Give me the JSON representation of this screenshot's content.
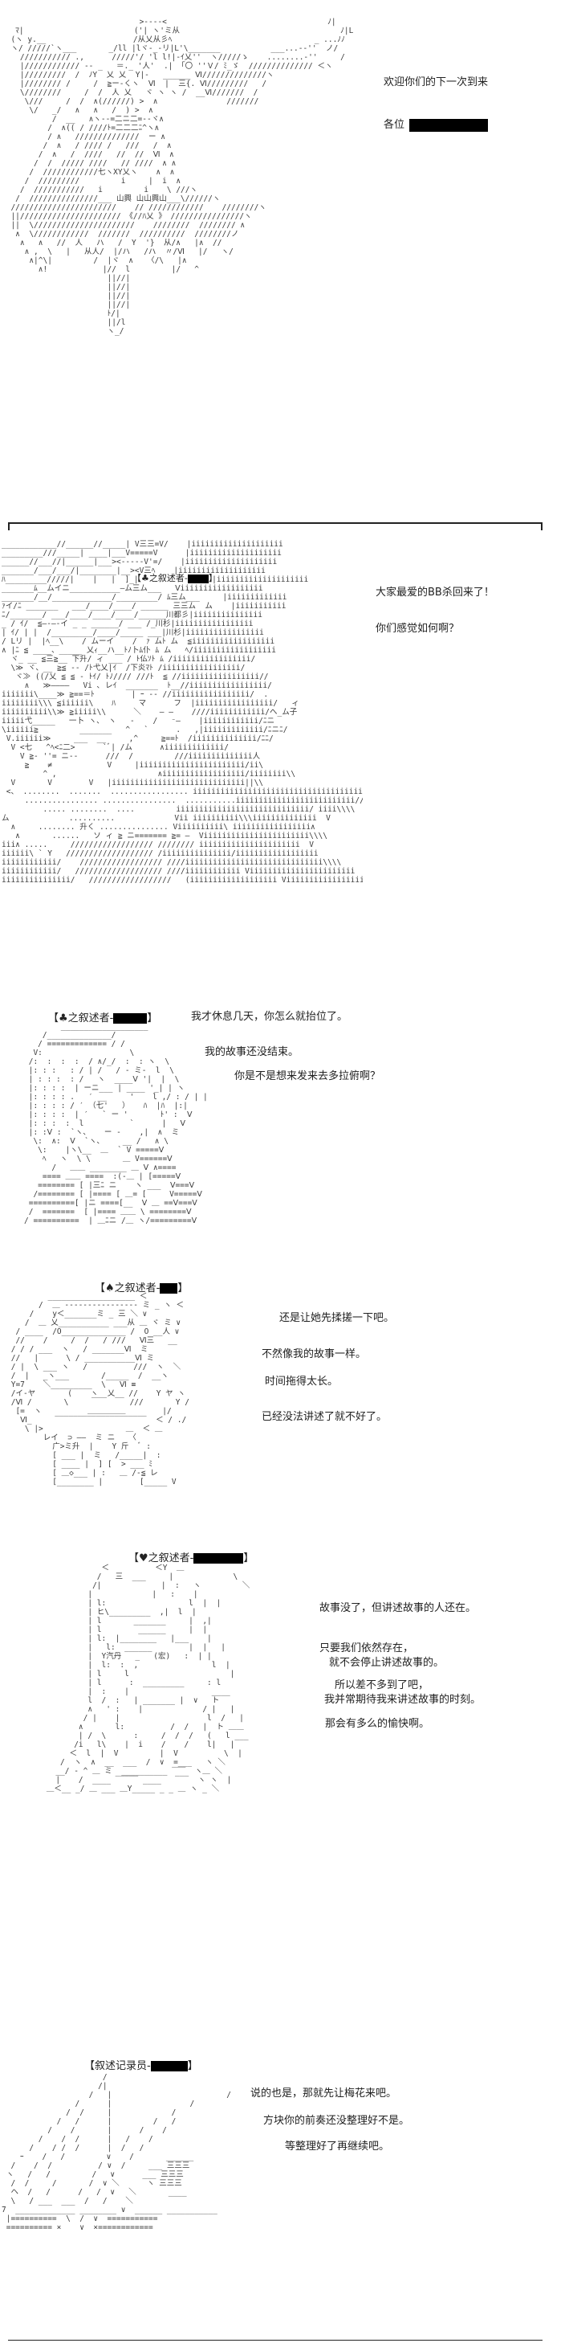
{
  "panel1": {
    "lines": [
      "欢迎你们的下一次到来",
      "各位"
    ]
  },
  "panel2": {
    "speaker": "【♣之叙述者-",
    "lines": [
      "大家最爱的BB杀回来了！",
      "你们感觉如何啊？"
    ]
  },
  "panel3": {
    "speaker": "【♣之叙述者-",
    "lines": [
      "我才休息几天，你怎么就抬位了。",
      "我的故事还没结束。",
      "你是不是想来发来去多拉俯啊？"
    ]
  },
  "panel4": {
    "speaker": "【♠之叙述者-",
    "lines": [
      "还是让她先揉搓一下吧。",
      "不然像我的故事一样。",
      "时间拖得太长。",
      "已经没法讲述了就不好了。"
    ]
  },
  "panel5": {
    "speaker": "【♥之叙述者-",
    "lines": [
      "故事没了，但讲述故事的人还在。",
      "只要我们依然存在，",
      "就不会停止讲述故事的。",
      "所以差不多到了吧，",
      "我并常期待我来讲述故事的时刻。",
      "那会有多么的愉快啊。"
    ]
  },
  "panel6": {
    "speaker": "【叙述记录员-",
    "lines": [
      "说的也是，那就先让梅花来吧。",
      "方块你的前奏还没整理好不是。",
      "等整理好了再继续吧。"
    ]
  }
}
